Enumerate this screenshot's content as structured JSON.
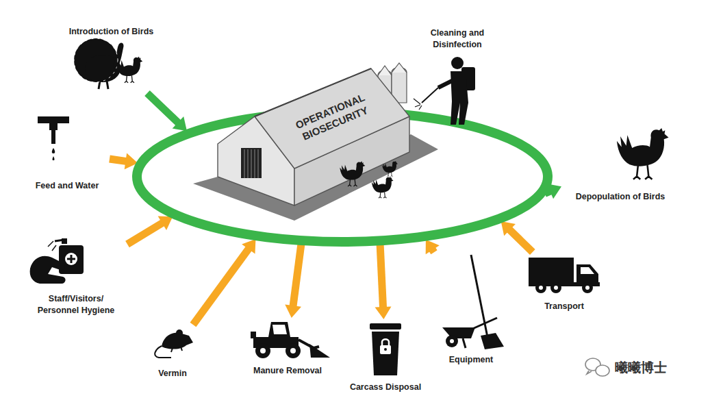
{
  "diagram": {
    "nodes": [
      {
        "text": [
          "OPERATIONAL BIOSECURITY"
        ]
      },
      {
        "text": [
          "Introduction of Birds"
        ]
      },
      {
        "text": [
          "Cleaning and Disinfection"
        ]
      },
      {
        "text": [
          "Feed and Water"
        ]
      },
      {
        "text": [
          "Depopulation of Birds"
        ]
      },
      {
        "text": [
          "Staff/Visitors/ Personnel Hygiene"
        ]
      },
      {
        "text": [
          "Vermin"
        ]
      },
      {
        "text": [
          "Manure Removal"
        ]
      },
      {
        "text": [
          "Carcass Disposal"
        ]
      },
      {
        "text": [
          "Equipment"
        ]
      },
      {
        "text": [
          "Transport"
        ]
      }
    ],
    "edges": [
      {
        "from": 1,
        "to": 0,
        "arrow": "to"
      },
      {
        "from": 3,
        "to": 0,
        "arrow": "to"
      },
      {
        "from": 5,
        "to": 0,
        "arrow": "to"
      },
      {
        "from": 6,
        "to": 0,
        "arrow": "to"
      },
      {
        "from": 0,
        "to": 7,
        "arrow": "to"
      },
      {
        "from": 0,
        "to": 8,
        "arrow": "to"
      },
      {
        "from": 9,
        "to": 0,
        "arrow": "to"
      },
      {
        "from": 10,
        "to": 0,
        "arrow": "to"
      },
      {
        "from": 0,
        "to": 4,
        "arrow": "to"
      }
    ],
    "labels": [
      "曦曦博士"
    ]
  }
}
